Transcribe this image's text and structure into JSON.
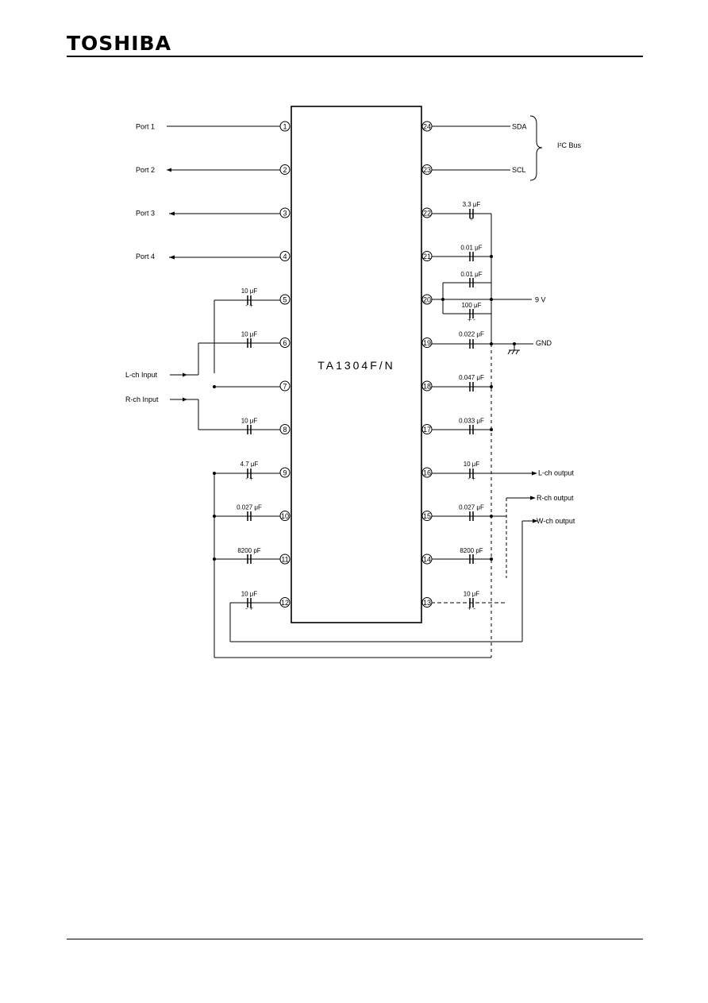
{
  "header": {
    "brand": "TOSHIBA"
  },
  "chip": {
    "name": "TA1304F/N"
  },
  "left_pins": [
    {
      "num": "1",
      "label": "Port 1",
      "cap": "",
      "pol": ""
    },
    {
      "num": "2",
      "label": "Port 2",
      "cap": "",
      "pol": ""
    },
    {
      "num": "3",
      "label": "Port 3",
      "cap": "",
      "pol": ""
    },
    {
      "num": "4",
      "label": "Port 4",
      "cap": "",
      "pol": ""
    },
    {
      "num": "5",
      "label": "",
      "cap": "10 μF",
      "pol": "- +"
    },
    {
      "num": "6",
      "label": "",
      "cap": "10 μF",
      "pol": ""
    },
    {
      "num": "7",
      "label": "",
      "cap": "",
      "pol": ""
    },
    {
      "num": "8",
      "label": "",
      "cap": "10 μF",
      "pol": ""
    },
    {
      "num": "9",
      "label": "",
      "cap": "4.7 μF",
      "pol": "- +"
    },
    {
      "num": "10",
      "label": "",
      "cap": "0.027 μF",
      "pol": ""
    },
    {
      "num": "11",
      "label": "",
      "cap": "8200 pF",
      "pol": ""
    },
    {
      "num": "12",
      "label": "",
      "cap": "10 μF",
      "pol": "- +"
    }
  ],
  "right_pins": [
    {
      "num": "24",
      "label": "SDA",
      "cap": "",
      "pol": ""
    },
    {
      "num": "23",
      "label": "SCL",
      "cap": "",
      "pol": ""
    },
    {
      "num": "22",
      "label": "",
      "cap": "3.3 μF",
      "pol": "+"
    },
    {
      "num": "21",
      "label": "",
      "cap": "0.01 μF",
      "pol": ""
    },
    {
      "num": "20",
      "label": "9 V",
      "cap": "0.01 μF",
      "pol": ""
    },
    {
      "num": "19",
      "label": "GND",
      "cap": "0.022 μF",
      "pol": ""
    },
    {
      "num": "18",
      "label": "",
      "cap": "0.047 μF",
      "pol": ""
    },
    {
      "num": "17",
      "label": "",
      "cap": "0.033 μF",
      "pol": ""
    },
    {
      "num": "16",
      "label": "L-ch output",
      "cap": "10 μF",
      "pol": "- +"
    },
    {
      "num": "15",
      "label": "",
      "cap": "0.027 μF",
      "pol": ""
    },
    {
      "num": "14",
      "label": "",
      "cap": "8200 pF",
      "pol": ""
    },
    {
      "num": "13",
      "label": "",
      "cap": "10 μF",
      "pol": "+ -"
    }
  ],
  "extra": {
    "pin20_cap2": "100 μF",
    "pin20_cap2_pol": "+ -",
    "i2c_label": "I²C Bus",
    "lch_input": "L-ch Input",
    "rch_input": "R-ch Input",
    "rch_output": "R-ch output",
    "wch_output": "W-ch output"
  }
}
